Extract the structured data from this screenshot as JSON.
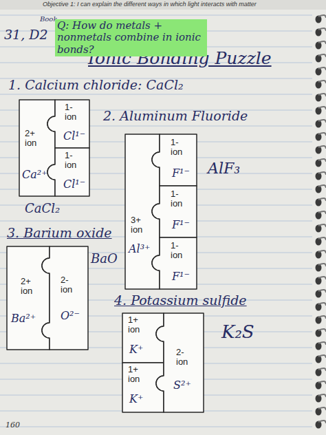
{
  "diagram": {
    "title": "Ionic Bonding Puzzle",
    "nodes": [
      {
        "text": [
          "2+ ion",
          "Ca²⁺"
        ]
      },
      {
        "text": [
          "1- ion",
          "Cl¹⁻"
        ]
      },
      {
        "text": [
          "1- ion",
          "Cl¹⁻"
        ]
      },
      {
        "text": [
          "3+ ion",
          "Al³⁺"
        ]
      },
      {
        "text": [
          "1- ion",
          "F¹⁻"
        ]
      },
      {
        "text": [
          "1- ion",
          "F¹⁻"
        ]
      },
      {
        "text": [
          "1- ion",
          "F¹⁻"
        ]
      },
      {
        "text": [
          "2+ ion",
          "Ba²⁺"
        ]
      },
      {
        "text": [
          "2- ion",
          "O²⁻"
        ]
      },
      {
        "text": [
          "1+ ion",
          "K⁺"
        ]
      },
      {
        "text": [
          "1+ ion",
          "K⁺"
        ]
      },
      {
        "text": [
          "2- ion",
          "S²⁺"
        ]
      }
    ],
    "labels": [
      "Objective 1: I can explain the different ways in which light interacts with matter",
      "31, D2",
      "Book",
      "Q: How do metals + nonmetals combine in ionic bonds?",
      "1. Calcium chloride: CaCl₂",
      "CaCl₂",
      "2. Aluminum Fluoride",
      "AlF₃",
      "3. Barium oxide",
      "BaO",
      "4. Potassium sulfide",
      "K₂S",
      "160"
    ]
  }
}
